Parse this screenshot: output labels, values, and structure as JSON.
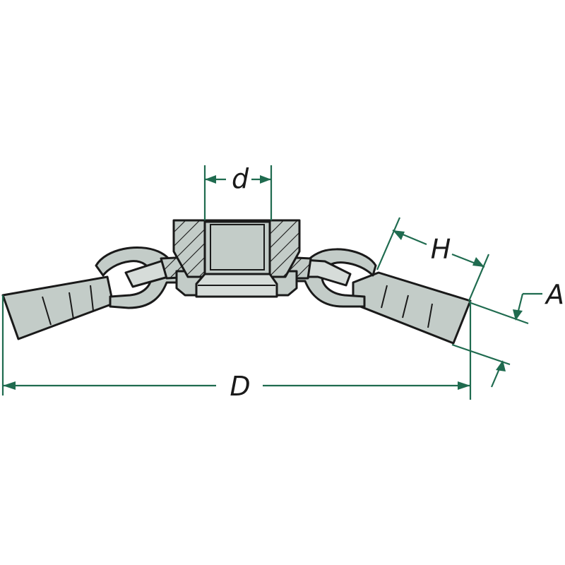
{
  "labels": {
    "inner_diameter": "d",
    "height": "H",
    "angle": "A",
    "outer_diameter": "D"
  },
  "colors": {
    "dimension_line": "#1f6b4f",
    "part_fill": "#c3ccc8",
    "part_fill_light": "#d6dcd9",
    "outline": "#1a1a1a"
  }
}
